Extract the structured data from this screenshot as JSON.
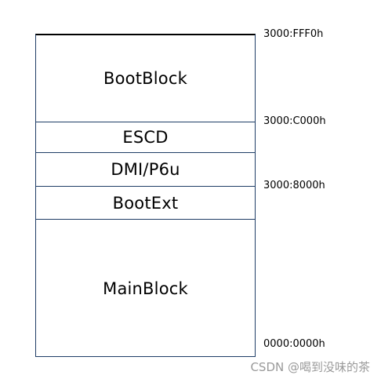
{
  "regions": [
    {
      "label": "BootBlock"
    },
    {
      "label": "ESCD"
    },
    {
      "label": "DMI/P6u"
    },
    {
      "label": "BootExt"
    },
    {
      "label": "MainBlock"
    }
  ],
  "addresses": [
    "3000:FFF0h",
    "3000:C000h",
    "3000:8000h",
    "0000:0000h"
  ],
  "watermark": "CSDN @喝到没味的茶",
  "colors": {
    "border": "#1f3d66",
    "top_border": "#000000",
    "watermark": "#9a9a9a"
  }
}
